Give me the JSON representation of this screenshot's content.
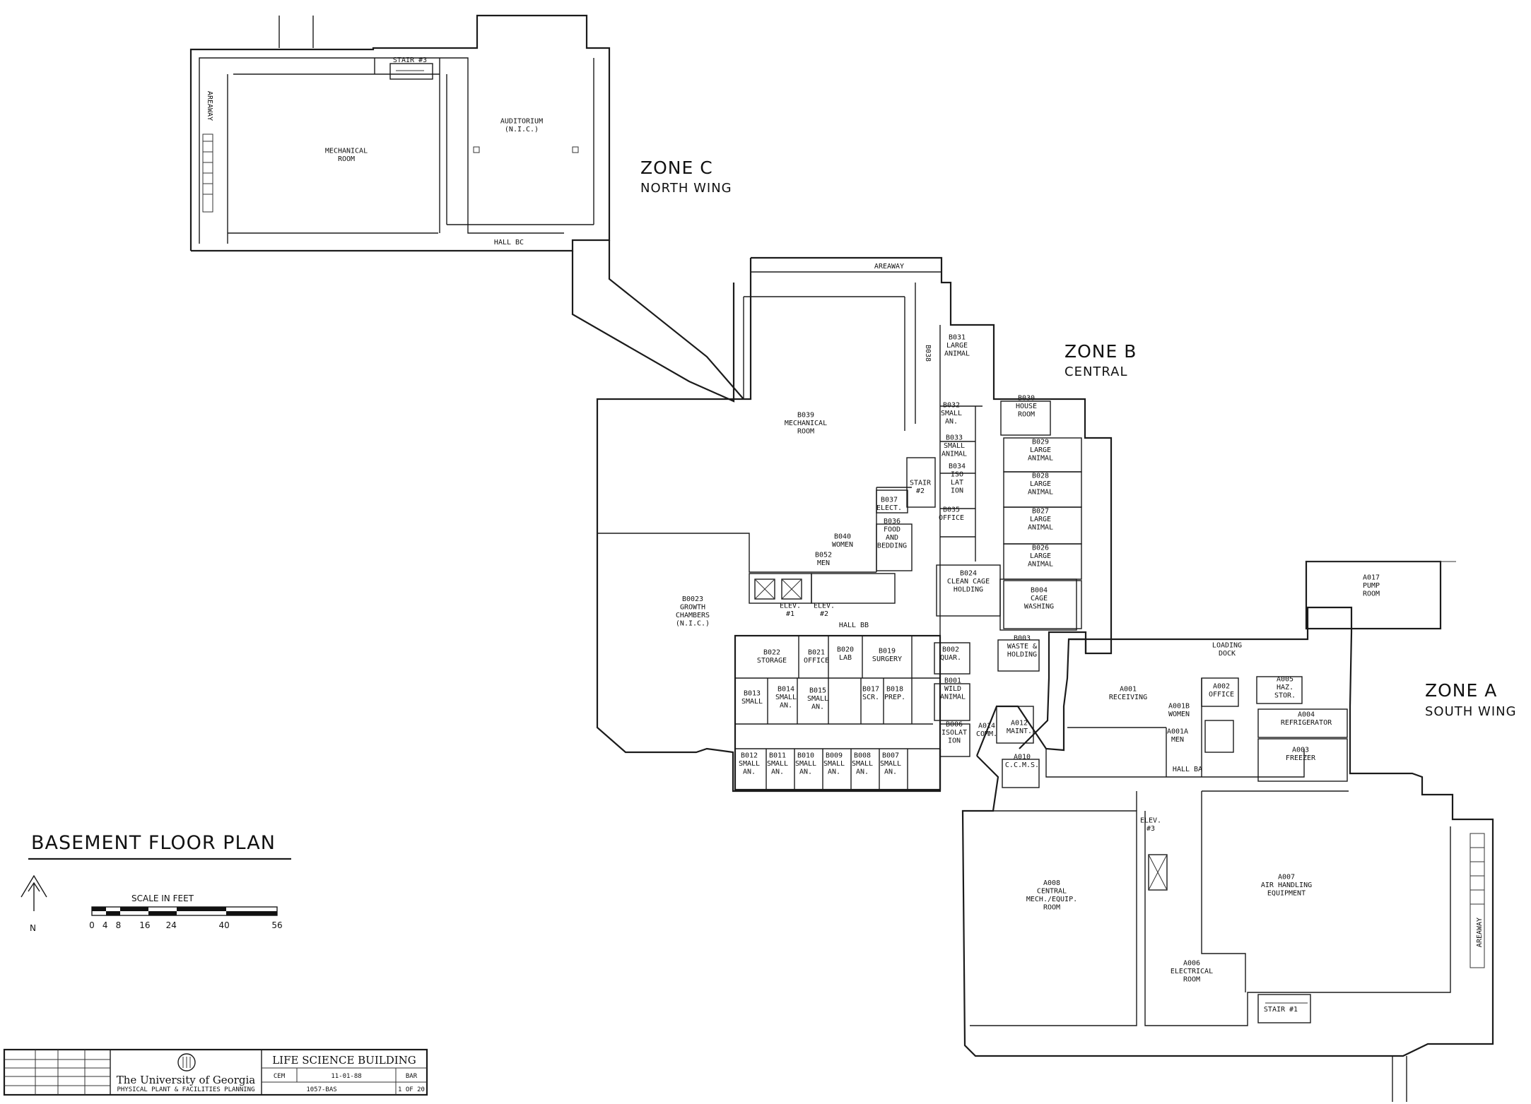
{
  "plan": {
    "title": "BASEMENT FLOOR PLAN",
    "north_label": "N",
    "scale": {
      "label": "SCALE IN FEET",
      "ticks": [
        "0",
        "4",
        "8",
        "16",
        "24",
        "40",
        "56"
      ]
    }
  },
  "zones": {
    "c": {
      "name": "ZONE C",
      "sub": "NORTH WING"
    },
    "b": {
      "name": "ZONE B",
      "sub": "CENTRAL"
    },
    "a": {
      "name": "ZONE A",
      "sub": "SOUTH WING"
    }
  },
  "rooms": {
    "stair3": [
      "STAIR #3"
    ],
    "areaway_c": [
      "AREAWAY"
    ],
    "mechanical": [
      "MECHANICAL",
      "ROOM"
    ],
    "auditorium": [
      "AUDITORIUM",
      "(N.I.C.)"
    ],
    "hall_bc": [
      "HALL BC"
    ],
    "areaway_b": [
      "AREAWAY"
    ],
    "b038": [
      "B038"
    ],
    "b031": [
      "B031",
      "LARGE",
      "ANIMAL"
    ],
    "b030": [
      "B030",
      "HOUSE",
      "ROOM"
    ],
    "b039": [
      "B039",
      "MECHANICAL",
      "ROOM"
    ],
    "b032": [
      "B032",
      "SMALL",
      "AN."
    ],
    "b033": [
      "B033",
      "SMALL",
      "ANIMAL"
    ],
    "b034": [
      "B034",
      "ISO",
      "LAT",
      "ION"
    ],
    "b035": [
      "B035",
      "OFFICE"
    ],
    "b037": [
      "B037",
      "ELECT."
    ],
    "stair2": [
      "STAIR",
      "#2"
    ],
    "b029": [
      "B029",
      "LARGE",
      "ANIMAL"
    ],
    "b028": [
      "B028",
      "LARGE",
      "ANIMAL"
    ],
    "b027": [
      "B027",
      "LARGE",
      "ANIMAL"
    ],
    "b026": [
      "B026",
      "LARGE",
      "ANIMAL"
    ],
    "b036": [
      "B036",
      "FOOD",
      "AND",
      "BEDDING"
    ],
    "b040": [
      "B040",
      "WOMEN"
    ],
    "b052": [
      "B052",
      "MEN"
    ],
    "b024": [
      "B024",
      "CLEAN CAGE",
      "HOLDING"
    ],
    "b004": [
      "B004",
      "CAGE",
      "WASHING"
    ],
    "b0023": [
      "B0023",
      "GROWTH",
      "CHAMBERS",
      "(N.I.C.)"
    ],
    "elev1": [
      "ELEV.",
      "#1"
    ],
    "elev2": [
      "ELEV.",
      "#2"
    ],
    "hall_bb": [
      "HALL BB"
    ],
    "b022": [
      "B022",
      "STORAGE"
    ],
    "b021": [
      "B021",
      "OFFICE"
    ],
    "b020": [
      "B020",
      "LAB"
    ],
    "b019": [
      "B019",
      "SURGERY"
    ],
    "b002": [
      "B002",
      "QUAR."
    ],
    "b003": [
      "B003",
      "WASTE &",
      "HOLDING"
    ],
    "b015": [
      "B015",
      "SMALL",
      "AN."
    ],
    "b014": [
      "B014",
      "SMALL",
      "AN."
    ],
    "b013": [
      "B013",
      "SMALL"
    ],
    "b017": [
      "B017",
      "SCR."
    ],
    "b018": [
      "B018",
      "PREP."
    ],
    "b001": [
      "B001",
      "WILD",
      "ANIMAL"
    ],
    "b006": [
      "B006",
      "ISOLAT",
      "ION"
    ],
    "b012": [
      "B012",
      "SMALL",
      "AN."
    ],
    "b011": [
      "B011",
      "SMALL",
      "AN."
    ],
    "b010": [
      "B010",
      "SMALL",
      "AN."
    ],
    "b009": [
      "B009",
      "SMALL",
      "AN."
    ],
    "b008": [
      "B008",
      "SMALL",
      "AN."
    ],
    "b007": [
      "B007",
      "SMALL",
      "AN."
    ],
    "a014": [
      "A014",
      "COMM."
    ],
    "a012": [
      "A012",
      "MAINT."
    ],
    "a010": [
      "A010",
      "C.C.M.S."
    ],
    "loading": [
      "LOADING",
      "DOCK"
    ],
    "a001": [
      "A001",
      "RECEIVING"
    ],
    "a001b": [
      "A001B",
      "WOMEN"
    ],
    "a001a": [
      "A001A",
      "MEN"
    ],
    "a002": [
      "A002",
      "OFFICE"
    ],
    "a005": [
      "A005",
      "HAZ.",
      "STOR."
    ],
    "a004": [
      "A004",
      "REFRIGERATOR"
    ],
    "a003": [
      "A003",
      "FREEZER"
    ],
    "a017": [
      "A017",
      "PUMP",
      "ROOM"
    ],
    "hall_ba": [
      "HALL BA"
    ],
    "elev3": [
      "ELEV.",
      "#3"
    ],
    "a008": [
      "A008",
      "CENTRAL",
      "MECH./EQUIP.",
      "ROOM"
    ],
    "a007": [
      "A007",
      "AIR HANDLING",
      "EQUIPMENT"
    ],
    "a006": [
      "A006",
      "ELECTRICAL",
      "ROOM"
    ],
    "stair1": [
      "STAIR #1"
    ],
    "areaway_a": [
      "AREAWAY"
    ]
  },
  "title_block": {
    "institution": "The University of Georgia",
    "department": "PHYSICAL PLANT & FACILITIES PLANNING",
    "building": "LIFE SCIENCE BUILDING",
    "drawn_by": "CEM",
    "date": "11-01-88",
    "scale_abbr": "BAR",
    "drawing_no": "1057-BAS",
    "sheet": "1 OF 20"
  }
}
